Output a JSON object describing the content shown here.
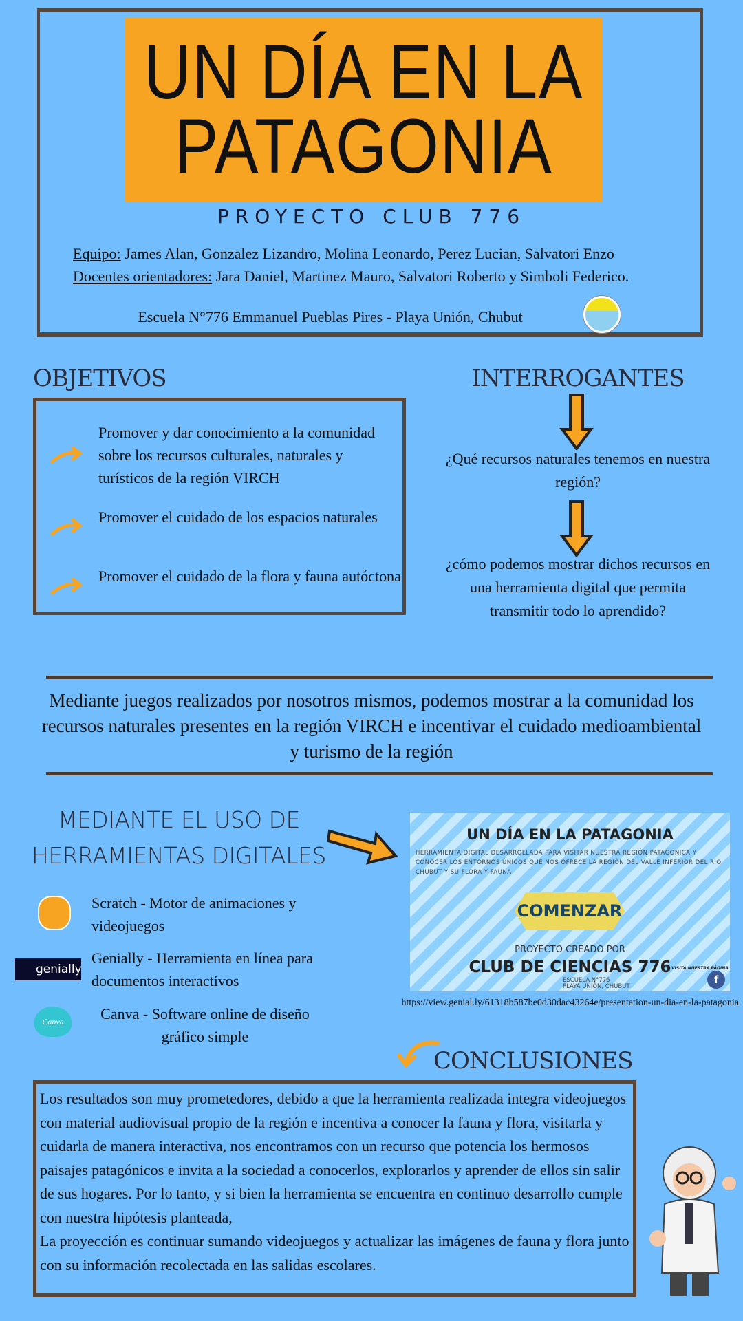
{
  "header": {
    "title_line1": "UN DÍA EN LA",
    "title_line2": "PATAGONIA",
    "subtitle": "PROYECTO CLUB 776",
    "team_label": "Equipo:",
    "team": "James Alan, Gonzalez Lizandro, Molina Leonardo, Perez Lucian, Salvatori Enzo",
    "teachers_label": "Docentes orientadores:",
    "teachers": "Jara Daniel, Martinez Mauro, Salvatori Roberto y Simboli Federico.",
    "school": "Escuela N°776 Emmanuel Pueblas Pires - Playa Unión, Chubut"
  },
  "objectives": {
    "heading": "OBJETIVOS",
    "items": [
      "Promover y dar conocimiento a la comunidad sobre los recursos culturales, naturales y turísticos de la región VIRCH",
      "Promover el cuidado de los espacios naturales",
      "Promover el cuidado de la flora y fauna autóctona"
    ]
  },
  "questions": {
    "heading": "INTERROGANTES",
    "items": [
      "¿Qué recursos naturales tenemos en nuestra región?",
      "¿cómo podemos mostrar dichos recursos en una herramienta digital que permita transmitir todo lo aprendido?"
    ]
  },
  "statement": "Mediante juegos realizados por nosotros mismos, podemos mostrar a la comunidad los recursos naturales presentes en la región VIRCH e incentivar el cuidado medioambiental y turismo de la región",
  "tools": {
    "heading_line1": "MEDIANTE EL USO DE",
    "heading_line2": "HERRAMIENTAS DIGITALES",
    "items": [
      "Scratch - Motor de animaciones y videojuegos",
      "Genially - Herramienta en línea para documentos interactivos",
      "Canva - Software online de diseño gráfico simple"
    ],
    "genially_logo": "genially",
    "canva_logo": "Canva"
  },
  "preview": {
    "title": "UN DÍA EN LA PATAGONIA",
    "description": "HERRAMIENTA DIGITAL DESARROLLADA PARA VISITAR NUESTRA REGIÓN PATAGONICA Y CONOCER LOS ENTORNOS ÚNICOS QUE NOS OFRECE LA REGIÓN DEL VALLE INFERIOR DEL RIO CHUBUT Y SU FLORA Y FAUNA",
    "button": "COMENZAR",
    "created_by": "PROYECTO CREADO POR",
    "club": "CLUB DE CIENCIAS 776",
    "school_line1": "ESCUELA N°776",
    "school_line2": "PLAYA UNIÓN, CHUBUT",
    "visit": "VISITA NUESTRA PÁGINA",
    "url": "https://view.genial.ly/61318b587be0d30dac43264e/presentation-un-dia-en-la-patagonia"
  },
  "conclusions": {
    "heading": "CONCLUSIONES",
    "text": "Los resultados son muy prometedores, debido a que la herramienta realizada integra videojuegos con material audiovisual propio de la región e incentiva a conocer la fauna y flora, visitarla y cuidarla de manera interactiva, nos encontramos con un recurso que potencia los hermosos paisajes patagónicos e invita a la sociedad a conocerlos, explorarlos y aprender de ellos sin salir de sus hogares. Por lo tanto, y si bien la herramienta se encuentra en continuo desarrollo cumple con nuestra hipótesis planteada,",
    "text2": "La proyección es continuar sumando videojuegos y actualizar las imágenes de fauna y flora junto con su información recolectada en las salidas escolares."
  },
  "colors": {
    "background": "#72bdfd",
    "orange": "#f7a422",
    "border": "#5a4636"
  }
}
